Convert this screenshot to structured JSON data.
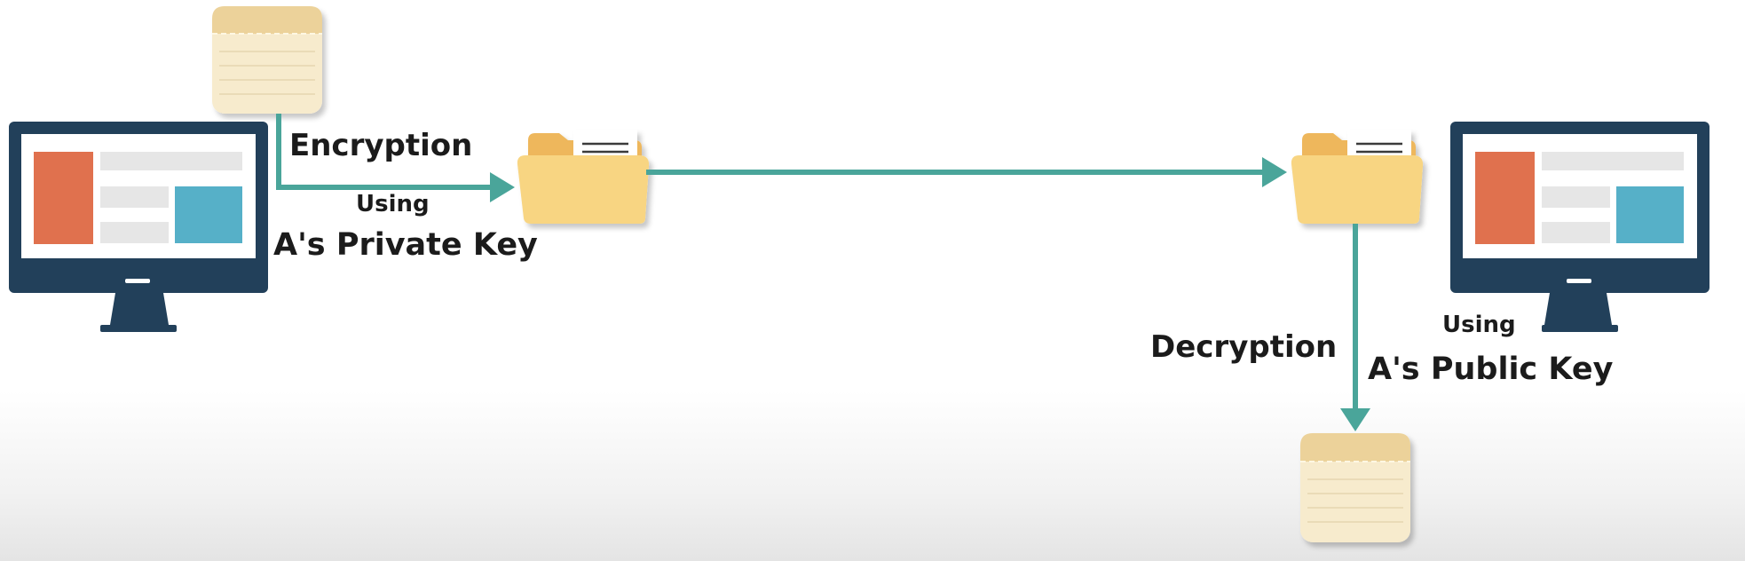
{
  "encryption": {
    "title": "Encryption",
    "using": "Using",
    "key": "A's Private Key"
  },
  "decryption": {
    "title": "Decryption",
    "using": "Using",
    "key": "A's Public Key"
  },
  "colors": {
    "arrow": "#4aa59a",
    "monitor_frame": "#22405a",
    "panel_orange": "#e0714e",
    "panel_blue": "#56b0c8",
    "placeholder_gray": "#e6e6e6",
    "folder_body": "#f8d582",
    "folder_back": "#eeb75c",
    "note_header": "#ecd29a",
    "note_body": "#f7ebcd"
  },
  "icons": [
    "monitor-icon",
    "note-icon",
    "folder-icon"
  ]
}
